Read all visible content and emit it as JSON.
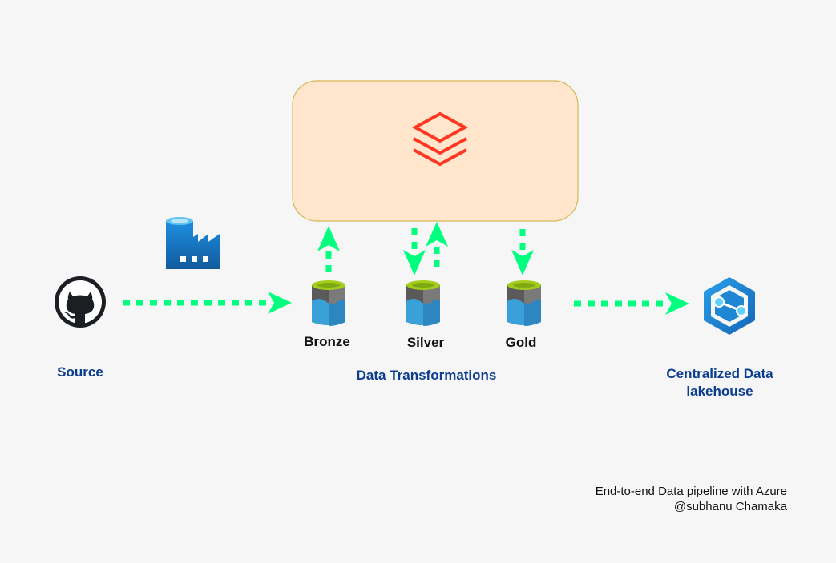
{
  "colors": {
    "arrow": "#00ff7f",
    "databricks": "#ff3621",
    "box_fill": "#ffe6cc",
    "box_stroke": "#d6b656",
    "label_blue": "#0b3d91",
    "bg": "#f6f6f6"
  },
  "labels": {
    "source": "Source",
    "bronze": "Bronze",
    "silver": "Silver",
    "gold": "Gold",
    "transformations": "Data Transformations",
    "lakehouse_line1": "Centralized Data",
    "lakehouse_line2": "lakehouse"
  },
  "credit": {
    "line1": "End-to-end Data pipeline with Azure",
    "line2": "@subhanu Chamaka"
  },
  "icons": {
    "source": "github-icon",
    "orchestrator": "azure-data-factory-icon",
    "compute": "databricks-icon",
    "storage": "data-lake-storage-icon",
    "warehouse": "azure-synapse-icon"
  }
}
